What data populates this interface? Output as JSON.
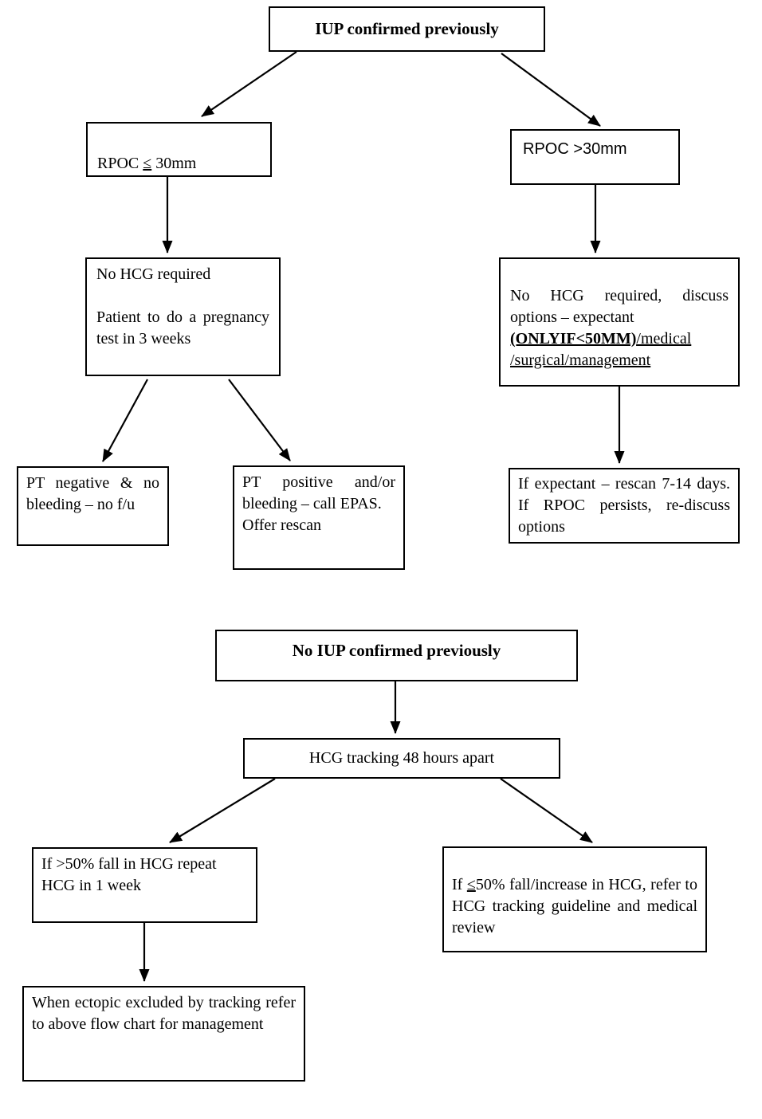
{
  "colors": {
    "background": "#ffffff",
    "line": "#000000",
    "text": "#000000"
  },
  "flowchart_rpoc": {
    "title": "IUP confirmed previously",
    "rpoc_small": {
      "prefix": "RPOC ",
      "leq": "≤",
      "suffix": " 30mm"
    },
    "rpoc_large": "RPOC >30mm",
    "no_hcg_small": "No HCG required\n\nPatient to do a pregnancy test in 3 weeks",
    "no_hcg_large": {
      "text": "No HCG required, discuss options – expectant\n",
      "bold_underline": "(ONLYIF<50MM)",
      "underline": "/medical /surgical/management"
    },
    "pt_negative": "PT negative & no bleeding – no f/u",
    "pt_positive": "PT positive and/or bleeding – call EPAS.\nOffer rescan",
    "expectant_followup": "If expectant – rescan 7-14 days. If RPOC persists, re-discuss options"
  },
  "flowchart_no_iup": {
    "title": "No IUP confirmed previously",
    "tracking": "HCG tracking 48 hours apart",
    "fall_gt50": "If >50% fall in HCG repeat HCG in 1 week",
    "fall_le50": {
      "prefix": "If ",
      "leq": "≤",
      "suffix": "50% fall/increase in HCG, refer to HCG tracking guideline and medical review"
    },
    "ectopic_excluded": "When ectopic excluded by tracking refer to above flow chart for management"
  }
}
